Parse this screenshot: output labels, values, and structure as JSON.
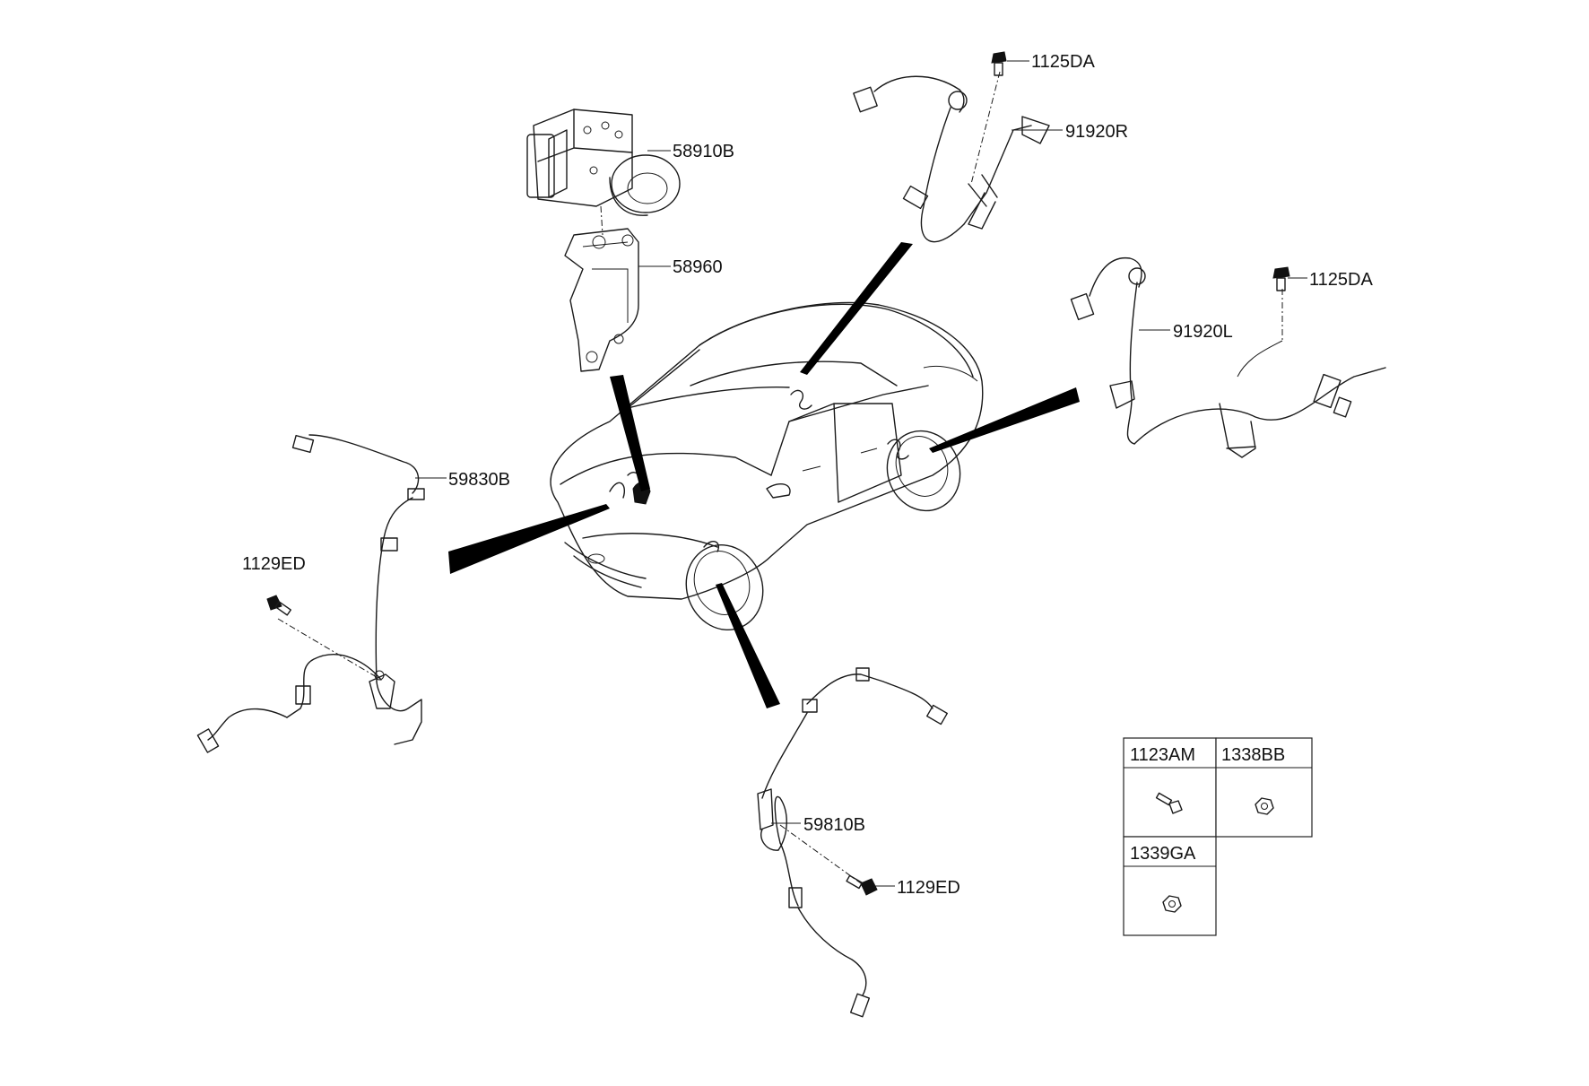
{
  "parts": {
    "hecu_assy": "58910B",
    "bracket": "58960",
    "bolt_rr_right": "1125DA",
    "sensor_rr_right": "91920R",
    "bolt_rr_left": "1125DA",
    "sensor_rr_left": "91920L",
    "sensor_fr_left": "59830B",
    "bolt_fr_left": "1129ED",
    "sensor_fr_right": "59810B",
    "bolt_fr_right": "1129ED"
  },
  "fastener_table": {
    "cells": [
      "1123AM",
      "1338BB",
      "1339GA"
    ]
  },
  "icons": {
    "car": "sedan-outline-icon",
    "bolt": "bolt-icon",
    "nut": "flange-nut-icon",
    "sensor": "wheel-speed-sensor-icon",
    "hecu": "abs-modulator-icon"
  },
  "colors": {
    "ink": "#1a1a1a",
    "background": "#ffffff"
  }
}
